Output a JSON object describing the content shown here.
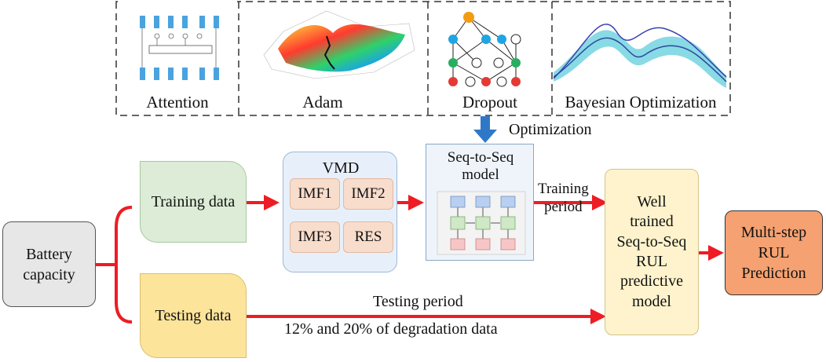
{
  "top_panels": [
    {
      "label": "Attention",
      "thumb": "attention-diagram-thumbnail"
    },
    {
      "label": "Adam",
      "thumb": "loss-surface-thumbnail"
    },
    {
      "label": "Dropout",
      "thumb": "dropout-network-thumbnail"
    },
    {
      "label": "Bayesian Optimization",
      "thumb": "gaussian-process-thumbnail"
    }
  ],
  "optimization_label": "Optimization",
  "battery": "Battery\ncapacity",
  "training_data": "Training data",
  "testing_data": "Testing data",
  "vmd": {
    "title": "VMD",
    "components": [
      "IMF1",
      "IMF2",
      "IMF3",
      "RES"
    ]
  },
  "seq_model": "Seq-to-Seq\nmodel",
  "training_period": "Training\nperiod",
  "well_trained": "Well\ntrained\nSeq-to-Seq\nRUL\npredictive\nmodel",
  "multi_step": "Multi-step\nRUL\nPrediction",
  "testing_period": "Testing period",
  "degradation_note": "12% and 20% of degradation data",
  "colors": {
    "arrow": "#ee1c24",
    "down_arrow": "#2f78c8",
    "training_fill": "#dcecd6",
    "testing_fill": "#fde49b",
    "vmd_fill": "#e7f0fa",
    "well_fill": "#fef3cc",
    "output_fill": "#f5a171",
    "battery_fill": "#e7e7e7"
  }
}
